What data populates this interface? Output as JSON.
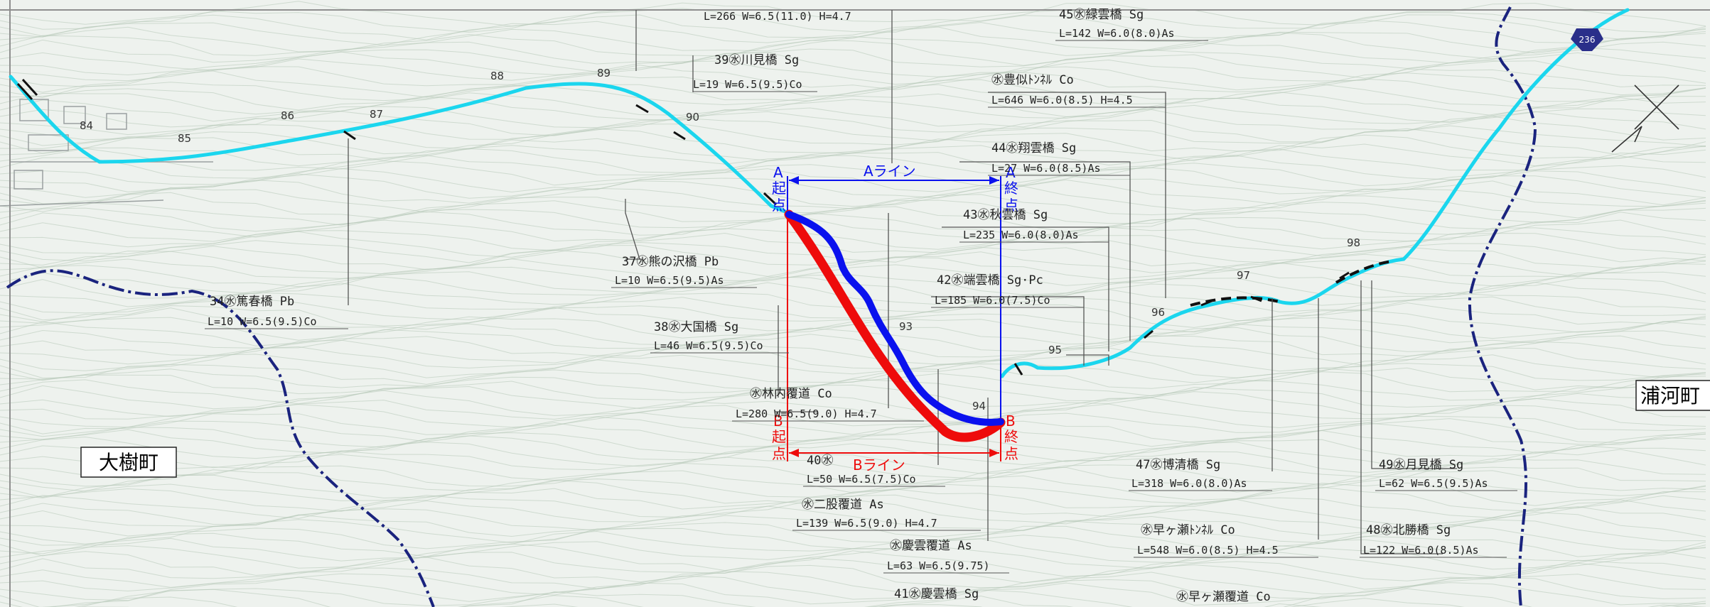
{
  "map": {
    "colors": {
      "background": "#eef2ee",
      "contour": "#b4c6b7",
      "river": "#1bd6ee",
      "line_a": "#0a11ee",
      "line_b": "#ee0b0b",
      "boundary": "#1a237e",
      "label_text": "#222222",
      "leader": "#555555"
    },
    "town_left": "大樹町",
    "town_right": "浦河町",
    "route_shield": "236",
    "labels": {
      "a_line": "Aライン",
      "b_line": "Bライン",
      "a_start_mark": "A",
      "a_start_text": "起点",
      "a_end_mark": "A",
      "a_end_text": "終点",
      "b_start_mark": "B",
      "b_start_text": "起点",
      "b_end_mark": "B",
      "b_end_text": "終点"
    },
    "kilo_posts": [
      "84",
      "85",
      "86",
      "87",
      "88",
      "89",
      "90",
      "93",
      "94",
      "95",
      "96",
      "97",
      "98"
    ],
    "structures": [
      {
        "name": "L=266 W=6.5(11.0) H=4.7",
        "spec": ""
      },
      {
        "name": "39㊌川見橋 Sg",
        "spec": "L=19 W=6.5(9.5)Co"
      },
      {
        "name": "45㊌緑雲橋 Sg",
        "spec": "L=142 W=6.0(8.0)As"
      },
      {
        "name": "㊌豊似ﾄﾝﾈﾙ Co",
        "spec": "L=646 W=6.0(8.5) H=4.5"
      },
      {
        "name": "44㊌翔雲橋 Sg",
        "spec": "L=27 W=6.0(8.5)As"
      },
      {
        "name": "43㊌秋雲橋 Sg",
        "spec": "L=235 W=6.0(8.0)As"
      },
      {
        "name": "42㊌端雲橋 Sg·Pc",
        "spec": "L=185 W=6.0(7.5)Co"
      },
      {
        "name": "37㊌熊の沢橋 Pb",
        "spec": "L=10 W=6.5(9.5)As"
      },
      {
        "name": "34㊌篤春橋 Pb",
        "spec": "L=10 W=6.5(9.5)Co"
      },
      {
        "name": "38㊌大国橋 Sg",
        "spec": "L=46 W=6.5(9.5)Co"
      },
      {
        "name": "㊌林内覆道 Co",
        "spec": "L=280 W=6.5(9.0) H=4.7"
      },
      {
        "name": "40㊌",
        "spec": "L=50 W=6.5(7.5)Co"
      },
      {
        "name": "㊌二股覆道 As",
        "spec": "L=139 W=6.5(9.0) H=4.7"
      },
      {
        "name": "㊌慶雲覆道 As",
        "spec": "L=63 W=6.5(9.75)"
      },
      {
        "name": "41㊌慶雲橋 Sg",
        "spec": ""
      },
      {
        "name": "47㊌博清橋 Sg",
        "spec": "L=318 W=6.0(8.0)As"
      },
      {
        "name": "㊌早ヶ瀬ﾄﾝﾈﾙ Co",
        "spec": "L=548 W=6.0(8.5) H=4.5"
      },
      {
        "name": "㊌早ヶ瀬覆道 Co",
        "spec": ""
      },
      {
        "name": "49㊌月見橋 Sg",
        "spec": "L=62 W=6.5(9.5)As"
      },
      {
        "name": "48㊌北勝橋 Sg",
        "spec": "L=122 W=6.0(8.5)As"
      }
    ]
  }
}
